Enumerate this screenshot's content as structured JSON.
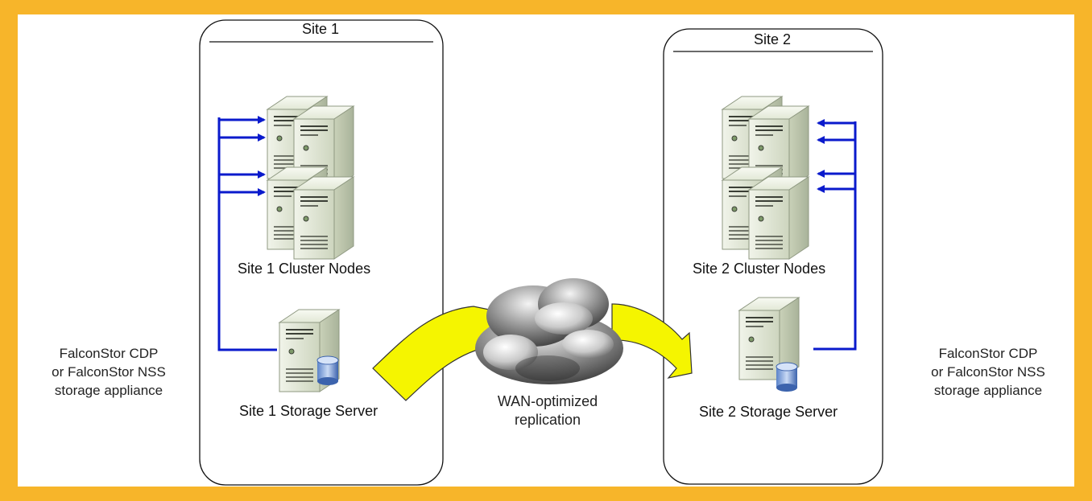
{
  "site1": {
    "title": "Site 1",
    "cluster_label": "Site 1 Cluster Nodes",
    "storage_label": "Site 1 Storage Server"
  },
  "site2": {
    "title": "Site 2",
    "cluster_label": "Site 2 Cluster Nodes",
    "storage_label": "Site 2 Storage Server"
  },
  "left_appliance": "FalconStor CDP\nor FalconStor NSS\nstorage appliance",
  "right_appliance": "FalconStor CDP\nor FalconStor NSS\nstorage appliance",
  "wan_label": "WAN-optimized\nreplication",
  "colors": {
    "frame": "#F7B52A",
    "connector": "#0A1ACC",
    "replication_arrow": "#F5F500",
    "server_body": "#DCE3CF"
  },
  "icons": [
    "server-tower-icon",
    "database-disk-icon",
    "cloud-icon"
  ]
}
